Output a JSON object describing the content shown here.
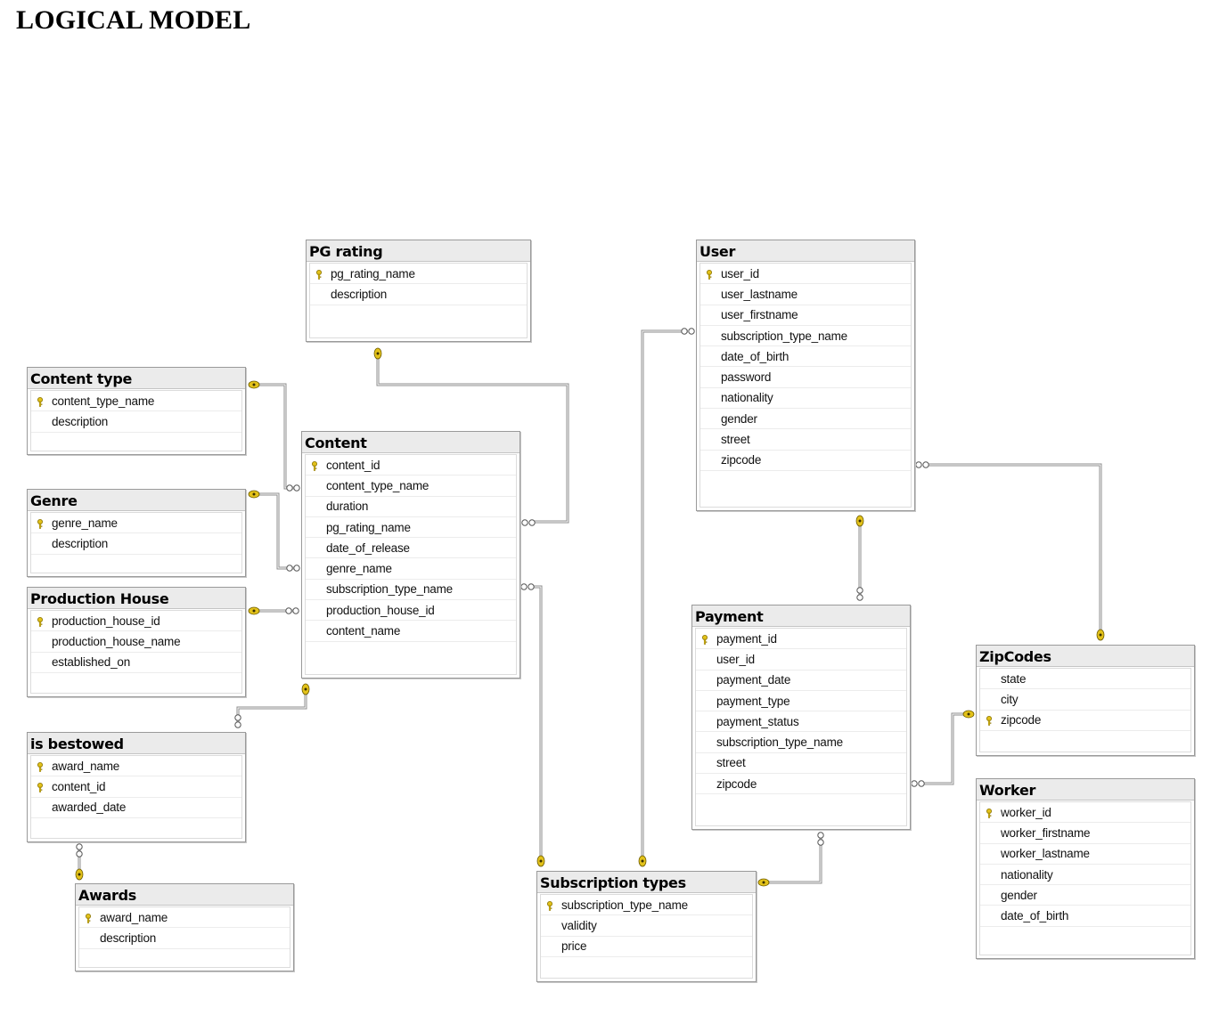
{
  "page": {
    "title": "LOGICAL MODEL"
  },
  "entities": {
    "pg_rating": {
      "name": "PG rating",
      "attributes": [
        {
          "name": "pg_rating_name",
          "key": true
        },
        {
          "name": "description",
          "key": false
        }
      ]
    },
    "content_type": {
      "name": "Content type",
      "attributes": [
        {
          "name": "content_type_name",
          "key": true
        },
        {
          "name": "description",
          "key": false
        }
      ]
    },
    "genre": {
      "name": "Genre",
      "attributes": [
        {
          "name": "genre_name",
          "key": true
        },
        {
          "name": "description",
          "key": false
        }
      ]
    },
    "production_house": {
      "name": "Production House",
      "attributes": [
        {
          "name": "production_house_id",
          "key": true
        },
        {
          "name": "production_house_name",
          "key": false
        },
        {
          "name": "established_on",
          "key": false
        }
      ]
    },
    "content": {
      "name": "Content",
      "attributes": [
        {
          "name": "content_id",
          "key": true
        },
        {
          "name": "content_type_name",
          "key": false
        },
        {
          "name": "duration",
          "key": false
        },
        {
          "name": "pg_rating_name",
          "key": false
        },
        {
          "name": "date_of_release",
          "key": false
        },
        {
          "name": "genre_name",
          "key": false
        },
        {
          "name": "subscription_type_name",
          "key": false
        },
        {
          "name": "production_house_id",
          "key": false
        },
        {
          "name": "content_name",
          "key": false
        }
      ]
    },
    "is_bestowed": {
      "name": "is bestowed",
      "attributes": [
        {
          "name": "award_name",
          "key": true
        },
        {
          "name": "content_id",
          "key": true
        },
        {
          "name": "awarded_date",
          "key": false
        }
      ]
    },
    "awards": {
      "name": "Awards",
      "attributes": [
        {
          "name": "award_name",
          "key": true
        },
        {
          "name": "description",
          "key": false
        }
      ]
    },
    "user": {
      "name": "User",
      "attributes": [
        {
          "name": "user_id",
          "key": true
        },
        {
          "name": "user_lastname",
          "key": false
        },
        {
          "name": "user_firstname",
          "key": false
        },
        {
          "name": "subscription_type_name",
          "key": false
        },
        {
          "name": "date_of_birth",
          "key": false
        },
        {
          "name": "password",
          "key": false
        },
        {
          "name": "nationality",
          "key": false
        },
        {
          "name": "gender",
          "key": false
        },
        {
          "name": "street",
          "key": false
        },
        {
          "name": "zipcode",
          "key": false
        }
      ]
    },
    "payment": {
      "name": "Payment",
      "attributes": [
        {
          "name": "payment_id",
          "key": true
        },
        {
          "name": "user_id",
          "key": false
        },
        {
          "name": "payment_date",
          "key": false
        },
        {
          "name": "payment_type",
          "key": false
        },
        {
          "name": "payment_status",
          "key": false
        },
        {
          "name": "subscription_type_name",
          "key": false
        },
        {
          "name": "street",
          "key": false
        },
        {
          "name": "zipcode",
          "key": false
        }
      ]
    },
    "zipcodes": {
      "name": "ZipCodes",
      "attributes": [
        {
          "name": "state",
          "key": false
        },
        {
          "name": "city",
          "key": false
        },
        {
          "name": "zipcode",
          "key": true
        }
      ]
    },
    "worker": {
      "name": "Worker",
      "attributes": [
        {
          "name": "worker_id",
          "key": true
        },
        {
          "name": "worker_firstname",
          "key": false
        },
        {
          "name": "worker_lastname",
          "key": false
        },
        {
          "name": "nationality",
          "key": false
        },
        {
          "name": "gender",
          "key": false
        },
        {
          "name": "date_of_birth",
          "key": false
        }
      ]
    },
    "subscription_types": {
      "name": "Subscription types",
      "attributes": [
        {
          "name": "subscription_type_name",
          "key": true
        },
        {
          "name": "validity",
          "key": false
        },
        {
          "name": "price",
          "key": false
        }
      ]
    }
  },
  "relationships": [
    {
      "from": "Content type",
      "to": "Content",
      "from_end": "one",
      "to_end": "many"
    },
    {
      "from": "Genre",
      "to": "Content",
      "from_end": "one",
      "to_end": "many"
    },
    {
      "from": "Production House",
      "to": "Content",
      "from_end": "one",
      "to_end": "many"
    },
    {
      "from": "PG rating",
      "to": "Content",
      "from_end": "one",
      "to_end": "many"
    },
    {
      "from": "Content",
      "to": "is bestowed",
      "from_end": "one",
      "to_end": "many"
    },
    {
      "from": "Awards",
      "to": "is bestowed",
      "from_end": "one",
      "to_end": "many"
    },
    {
      "from": "Subscription types",
      "to": "Content",
      "from_end": "one",
      "to_end": "many"
    },
    {
      "from": "Subscription types",
      "to": "User",
      "from_end": "one",
      "to_end": "many"
    },
    {
      "from": "Subscription types",
      "to": "Payment",
      "from_end": "one",
      "to_end": "many"
    },
    {
      "from": "User",
      "to": "Payment",
      "from_end": "one",
      "to_end": "many"
    },
    {
      "from": "ZipCodes",
      "to": "User",
      "from_end": "one",
      "to_end": "many"
    },
    {
      "from": "ZipCodes",
      "to": "Payment",
      "from_end": "one",
      "to_end": "many"
    }
  ],
  "colors": {
    "key_icon": "#e3c21a",
    "connector": "#8c8c8c",
    "header_bg": "#ebebeb",
    "border": "#9a9a9a"
  }
}
